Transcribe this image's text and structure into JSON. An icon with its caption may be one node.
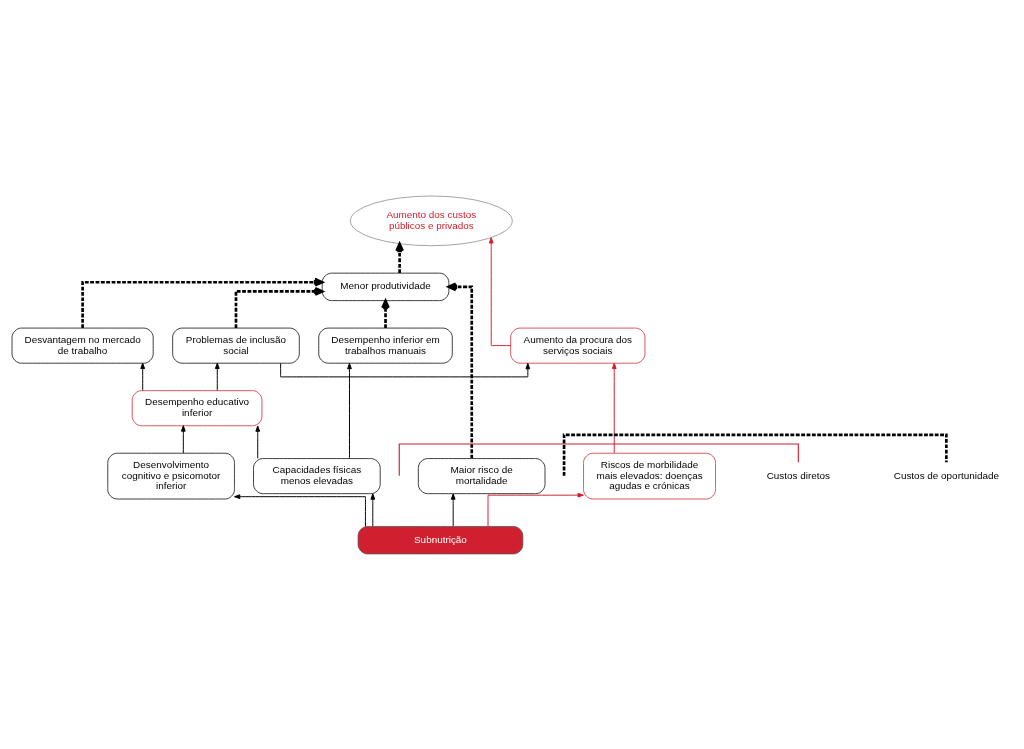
{
  "diagram": {
    "nodes": [
      {
        "text": [
          "Aumento dos custos públicos e privados"
        ]
      },
      {
        "text": [
          "Menor produtividade"
        ]
      },
      {
        "text": [
          "Desvantagem no mercado de trabalho"
        ]
      },
      {
        "text": [
          "Aumento da procura dos serviços sociais"
        ]
      },
      {
        "text": [
          "Problemas de inclusão social"
        ]
      },
      {
        "text": [
          "Desempenho inferior em trabalhos manuais"
        ]
      },
      {
        "text": [
          "Desempenho educativo inferior"
        ]
      },
      {
        "text": [
          "Maior risco de mortalidade"
        ]
      },
      {
        "text": [
          "Riscos de morbilidade mais elevados: doenças agudas e crónicas"
        ]
      },
      {
        "text": [
          "Desenvolvimento cognitivo e psicomotor inferior"
        ]
      },
      {
        "text": [
          "Capacidades físicas menos elevadas"
        ]
      },
      {
        "text": [
          "Subnutrição"
        ]
      }
    ],
    "edges": [
      {
        "from": 11,
        "to": 7,
        "arrow": "to"
      },
      {
        "from": 11,
        "to": 8,
        "arrow": "to",
        "color": "#d0202f"
      },
      {
        "from": 11,
        "to": 9,
        "arrow": "to"
      },
      {
        "from": 11,
        "to": 10,
        "arrow": "to"
      },
      {
        "from": 9,
        "to": 6,
        "arrow": "to"
      },
      {
        "from": 10,
        "to": 6,
        "arrow": "to"
      },
      {
        "from": 10,
        "to": 5,
        "arrow": "to"
      },
      {
        "from": 6,
        "to": 2,
        "arrow": "to"
      },
      {
        "from": 6,
        "to": 4,
        "arrow": "to"
      },
      {
        "from": 4,
        "to": 3,
        "arrow": "to"
      },
      {
        "from": 8,
        "to": 3,
        "arrow": "to",
        "color": "#d0202f"
      },
      {
        "from": 3,
        "to": 0,
        "arrow": "to",
        "color": "#d0202f"
      },
      {
        "from": 7,
        "to": 1,
        "arrow": "to",
        "style": "dashed"
      },
      {
        "from": 2,
        "to": 1,
        "arrow": "to",
        "style": "dashed"
      },
      {
        "from": 4,
        "to": 1,
        "arrow": "to",
        "style": "dashed"
      },
      {
        "from": 5,
        "to": 1,
        "arrow": "to",
        "style": "dashed"
      },
      {
        "from": 1,
        "to": 0,
        "arrow": "to",
        "style": "dashed"
      }
    ],
    "legend": [
      {
        "text": "Custos diretos"
      },
      {
        "text": "Custos de oportunidade"
      }
    ]
  }
}
